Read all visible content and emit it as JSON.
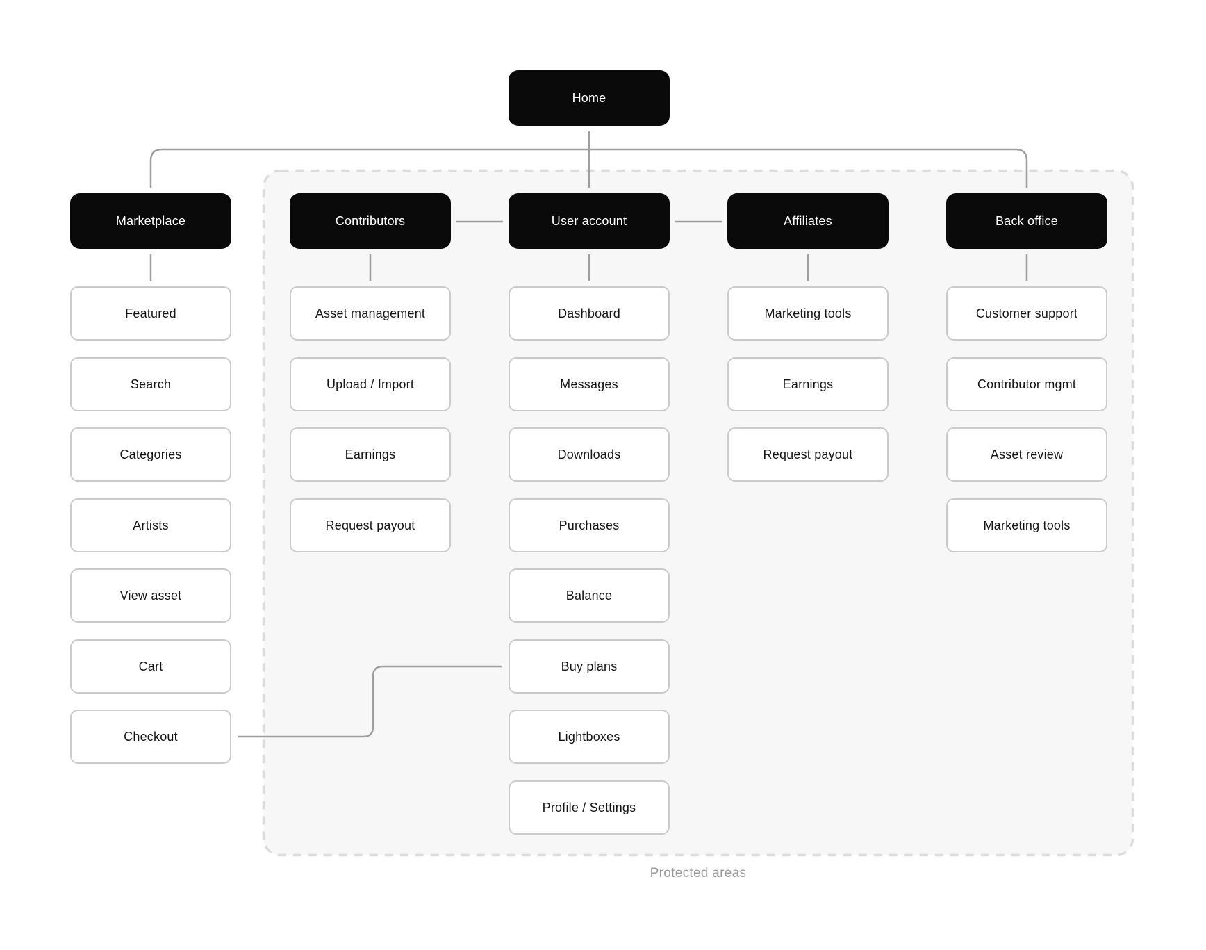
{
  "diagram": {
    "root": {
      "label": "Home"
    },
    "protected_area": {
      "label": "Protected areas",
      "background": "#f7f7f7",
      "border_color": "#dcdcdc"
    },
    "colors": {
      "section_node_bg": "#0a0a0a",
      "section_node_text": "#ffffff",
      "item_node_bg": "#ffffff",
      "item_node_border": "#cbcbcb",
      "item_node_text": "#161616",
      "connector_line": "#9e9e9e",
      "caption_text": "#9a9a9a"
    },
    "sections": [
      {
        "label": "Marketplace",
        "protected": false,
        "items": [
          "Featured",
          "Search",
          "Categories",
          "Artists",
          "View asset",
          "Cart",
          "Checkout"
        ]
      },
      {
        "label": "Contributors",
        "protected": true,
        "items": [
          "Asset management",
          "Upload / Import",
          "Earnings",
          "Request payout"
        ]
      },
      {
        "label": "User account",
        "protected": true,
        "items": [
          "Dashboard",
          "Messages",
          "Downloads",
          "Purchases",
          "Balance",
          "Buy plans",
          "Lightboxes",
          "Profile / Settings"
        ]
      },
      {
        "label": "Affiliates",
        "protected": true,
        "items": [
          "Marketing tools",
          "Earnings",
          "Request payout"
        ]
      },
      {
        "label": "Back office",
        "protected": true,
        "items": [
          "Customer support",
          "Contributor mgmt",
          "Asset review",
          "Marketing tools"
        ]
      }
    ],
    "cross_link": {
      "from": "Checkout",
      "to": "Buy plans"
    }
  }
}
